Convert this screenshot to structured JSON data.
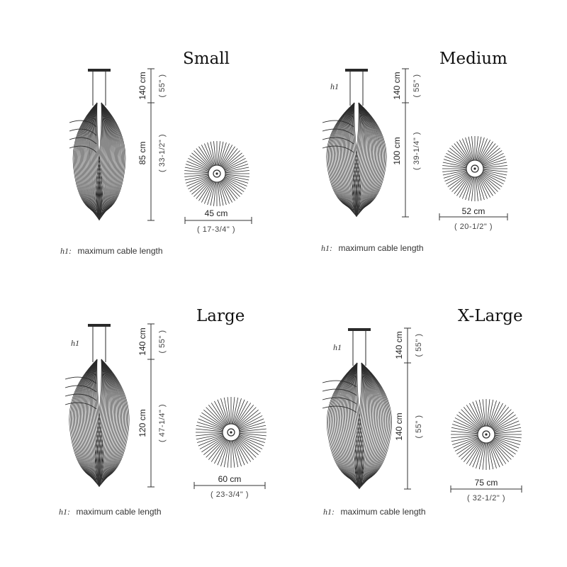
{
  "panels": [
    {
      "size": "Small",
      "show_h1": false,
      "h1_label": "h1",
      "cable_cm": "140 cm",
      "cable_in": "( 55\" )",
      "height_cm": "85 cm",
      "height_in": "( 33-1/2\" )",
      "diameter_cm": "45 cm",
      "diameter_in": "( 17-3/4\" )",
      "note_key": "h1:",
      "note_text": "maximum cable length"
    },
    {
      "size": "Medium",
      "show_h1": true,
      "h1_label": "h1",
      "cable_cm": "140 cm",
      "cable_in": "( 55\" )",
      "height_cm": "100 cm",
      "height_in": "( 39-1/4\" )",
      "diameter_cm": "52 cm",
      "diameter_in": "( 20-1/2\" )",
      "note_key": "h1:",
      "note_text": "maximum cable length"
    },
    {
      "size": "Large",
      "show_h1": true,
      "h1_label": "h1",
      "cable_cm": "140 cm",
      "cable_in": "( 55\" )",
      "height_cm": "120 cm",
      "height_in": "( 47-1/4\" )",
      "diameter_cm": "60 cm",
      "diameter_in": "( 23-3/4\" )",
      "note_key": "h1:",
      "note_text": "maximum cable length"
    },
    {
      "size": "X-Large",
      "show_h1": true,
      "h1_label": "h1",
      "cable_cm": "140 cm",
      "cable_in": "( 55\" )",
      "height_cm": "140 cm",
      "height_in": "( 55\" )",
      "diameter_cm": "75 cm",
      "diameter_in": "( 32-1/2\" )",
      "note_key": "h1:",
      "note_text": "maximum cable length"
    }
  ],
  "colors": {
    "line": "#333333",
    "fixture": "#2a2a2a"
  }
}
